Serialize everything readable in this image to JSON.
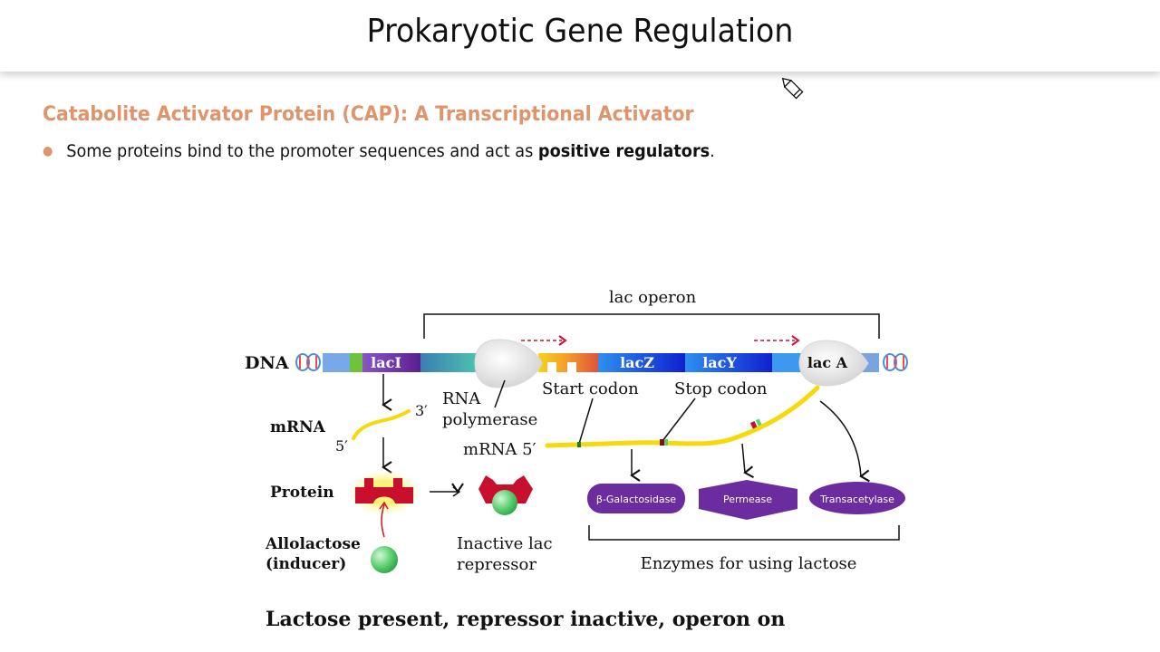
{
  "slide": {
    "title": "Prokaryotic Gene Regulation",
    "subtitle": "Catabolite Activator Protein (CAP): A Transcriptional Activator",
    "bullet": {
      "text_before": "Some proteins bind to the promoter sequences and act as ",
      "bold": "positive regulators",
      "text_after": "."
    },
    "accent_color": "#e0946c"
  },
  "diagram": {
    "operon_label": "lac operon",
    "dna_label": "DNA",
    "genes": {
      "lacI": "lacI",
      "lacZ": "lacZ",
      "lacY": "lacY",
      "lacA": "lac A"
    },
    "labels": {
      "rna_polymerase_line1": "RNA",
      "rna_polymerase_line2": "polymerase",
      "start_codon": "Start codon",
      "stop_codon": "Stop codon",
      "mrna_left": "mRNA",
      "five_prime": "5′",
      "three_prime": "3′",
      "mrna_right": "mRNA 5′",
      "protein": "Protein",
      "allolactose_line1": "Allolactose",
      "allolactose_line2": "(inducer)",
      "inactive_line1": "Inactive lac",
      "inactive_line2": "repressor",
      "enzymes_caption": "Enzymes for using lactose"
    },
    "enzymes": [
      "β-Galactosidase",
      "Permease",
      "Transacetylase"
    ],
    "caption": "Lactose present, repressor inactive, operon on",
    "colors": {
      "repressor": "#c8102e",
      "inducer": "#5ccf6e",
      "enzyme": "#6a2c9e",
      "mrna": "#f5d90a",
      "arrow_red": "#d0102a"
    }
  }
}
